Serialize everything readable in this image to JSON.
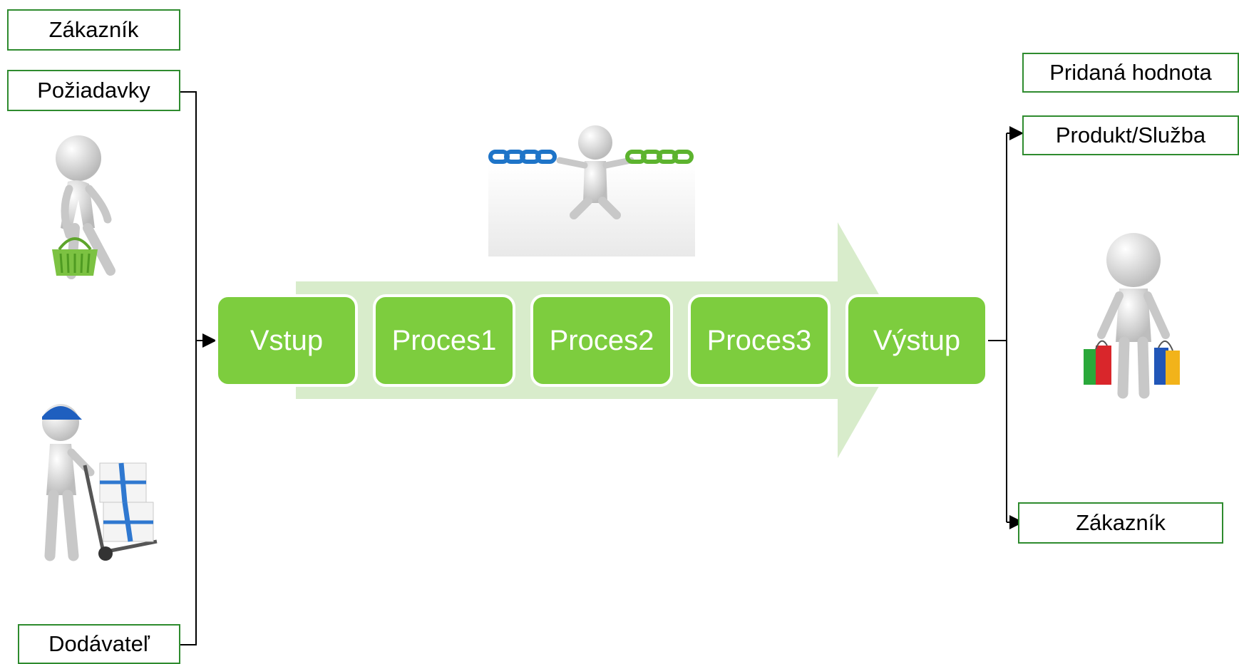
{
  "left": {
    "customer_label": "Zákazník",
    "requirements_label": "Požiadavky",
    "supplier_label": "Dodávateľ"
  },
  "process": {
    "steps": [
      "Vstup",
      "Proces1",
      "Proces2",
      "Proces3",
      "Výstup"
    ]
  },
  "right": {
    "added_value_label": "Pridaná hodnota",
    "product_label": "Produkt/Služba",
    "customer_label": "Zákazník"
  },
  "colors": {
    "step_fill": "#7dcd3e",
    "arrow_fill": "#d8eccb",
    "box_border": "#2e8b2e"
  },
  "icons": [
    "shopper-figure",
    "chain-holder-figure",
    "courier-figure",
    "shopping-bags-figure"
  ]
}
